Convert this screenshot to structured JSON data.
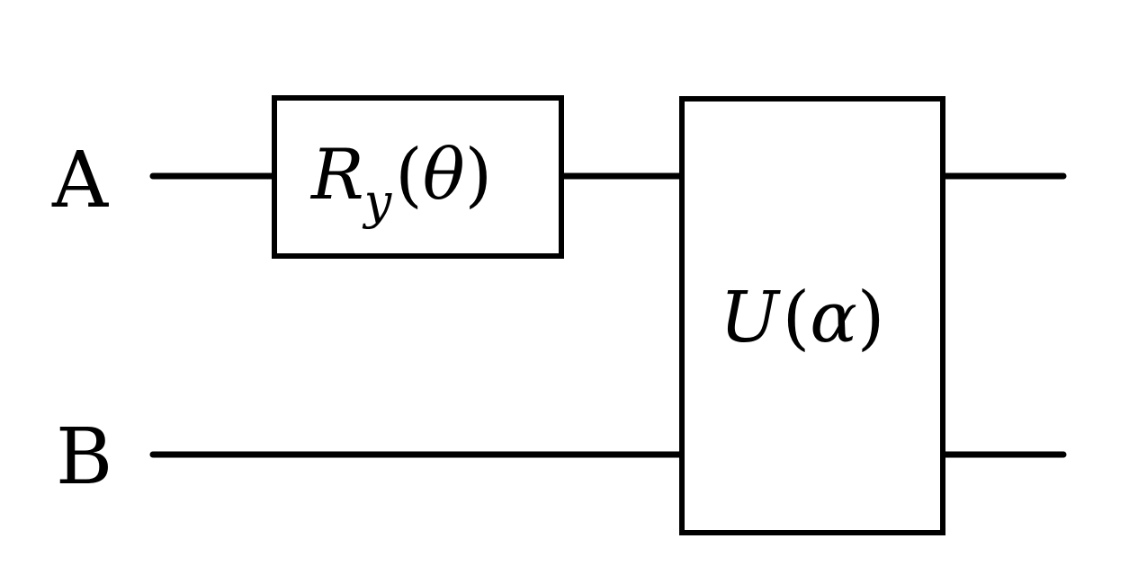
{
  "qubits": [
    {
      "label": "A"
    },
    {
      "label": "B"
    }
  ],
  "gates": {
    "ry": {
      "symbol": "R",
      "subscript": "y",
      "open": "(",
      "param": "θ",
      "close": ")"
    },
    "u": {
      "symbol": "U",
      "open": "(",
      "param": "α",
      "close": ")"
    }
  }
}
